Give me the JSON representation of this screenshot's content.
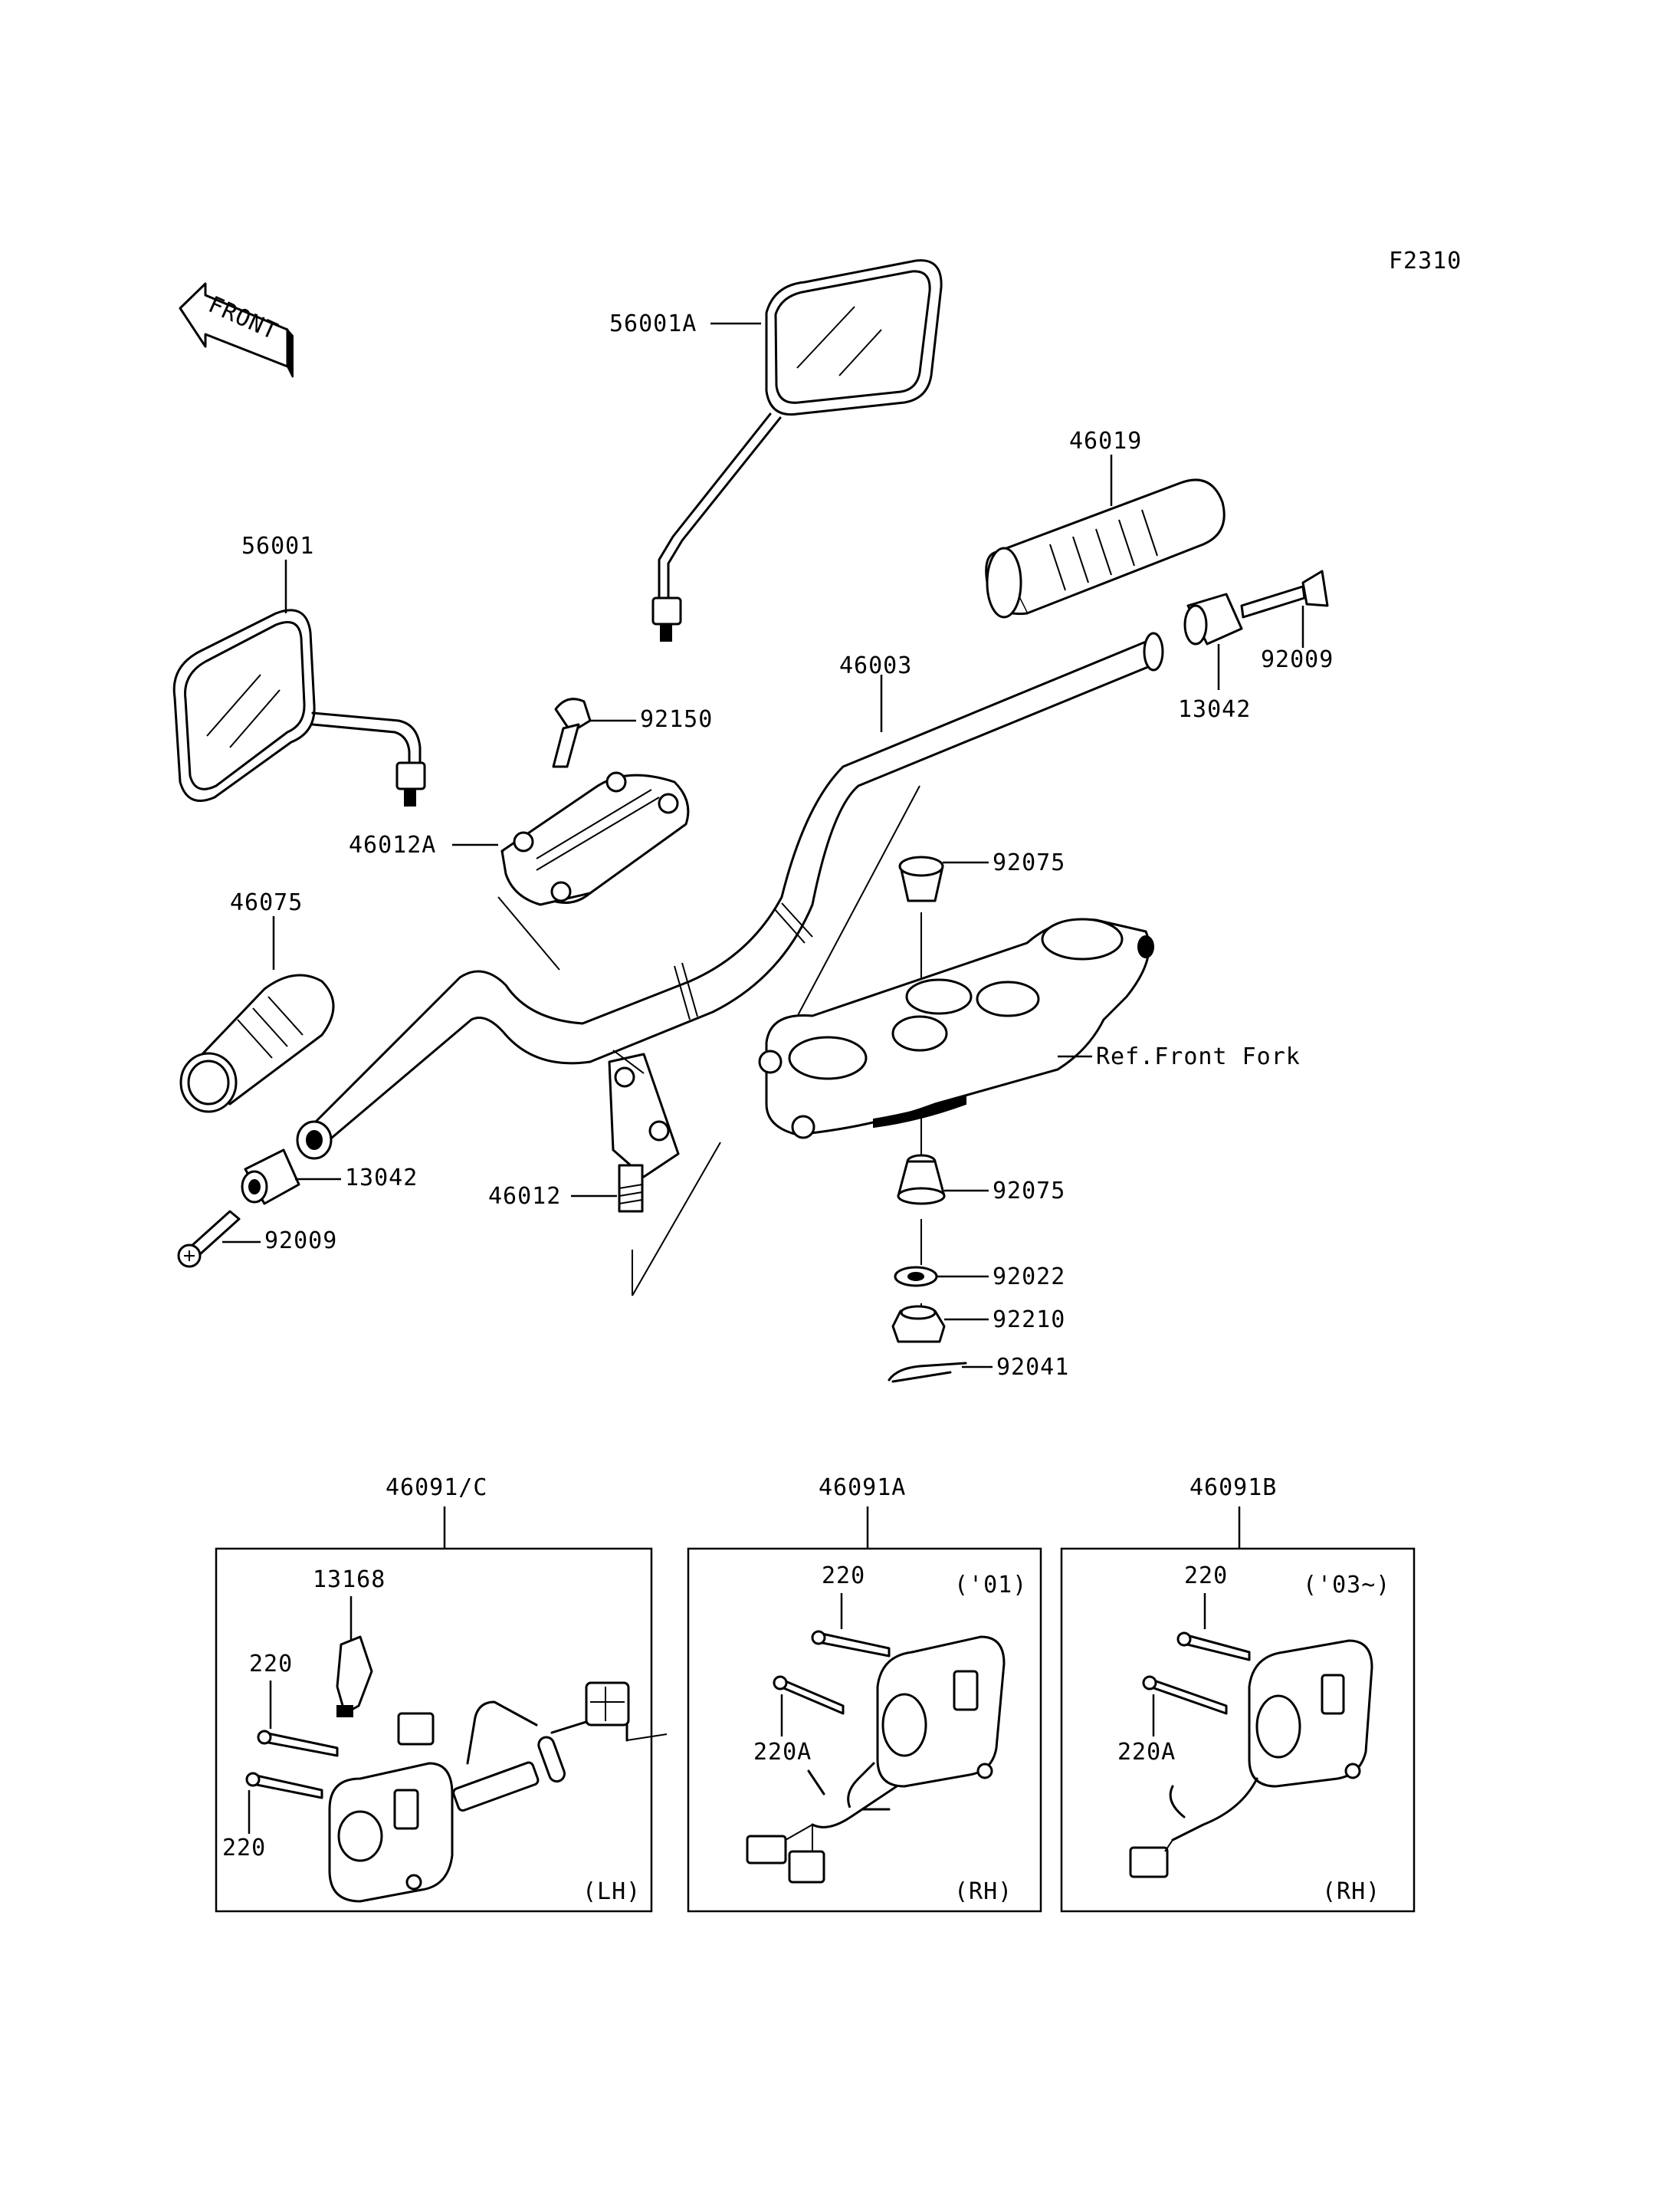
{
  "figure_code": "F2310",
  "front_arrow_text": "FRONT",
  "labels": {
    "mirror_right": "56001A",
    "mirror_left": "56001",
    "grip_right": "46019",
    "bolt_right": "92009",
    "end_weight_right": "13042",
    "handlebar": "46003",
    "bolt_holder": "92150",
    "holder_upper": "46012A",
    "grip_left": "46075",
    "end_weight_left": "13042",
    "bolt_left": "92009",
    "holder_lower": "46012",
    "damper_upper": "92075",
    "ref_front_fork": "Ref.Front Fork",
    "damper_lower": "92075",
    "washer": "92022",
    "nut": "92210",
    "pin": "92041"
  },
  "boxes": [
    {
      "title": "46091/C",
      "side": "(LH)",
      "year": "",
      "part_a": "13168",
      "part_b": "220",
      "part_c": "220"
    },
    {
      "title": "46091A",
      "side": "(RH)",
      "year": "('01)",
      "part_a": "220",
      "part_b": "220A"
    },
    {
      "title": "46091B",
      "side": "(RH)",
      "year": "('03~)",
      "part_a": "220",
      "part_b": "220A"
    }
  ]
}
